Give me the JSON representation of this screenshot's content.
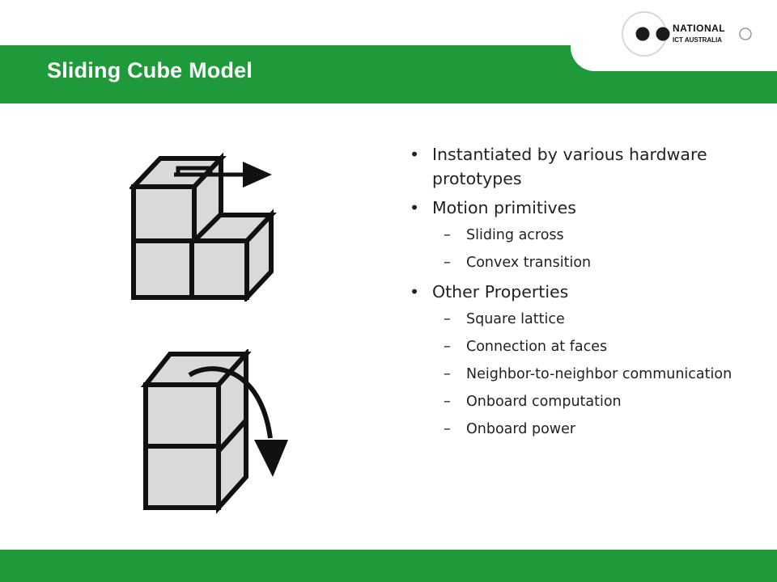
{
  "slide": {
    "title": "Sliding Cube Model"
  },
  "logo": {
    "line1": "NATIONAL",
    "line2": "ICT AUSTRALIA"
  },
  "bullets": [
    {
      "text": "Instantiated by various hardware prototypes",
      "sub": []
    },
    {
      "text": "Motion primitives",
      "sub": [
        "Sliding across",
        "Convex transition"
      ]
    },
    {
      "text": "Other Properties",
      "sub": [
        "Square lattice",
        "Connection at faces",
        "Neighbor-to-neighbor communication",
        "Onboard computation",
        "Onboard power"
      ]
    }
  ],
  "markers": {
    "bullet": "•",
    "dash": "–"
  },
  "colors": {
    "brand_green": "#1f9a3a",
    "cube_face": "#d9d9d9",
    "cube_line": "#111111"
  },
  "icons": {
    "sliding_figure": "sliding-cube-icon",
    "convex_figure": "convex-transition-icon"
  }
}
